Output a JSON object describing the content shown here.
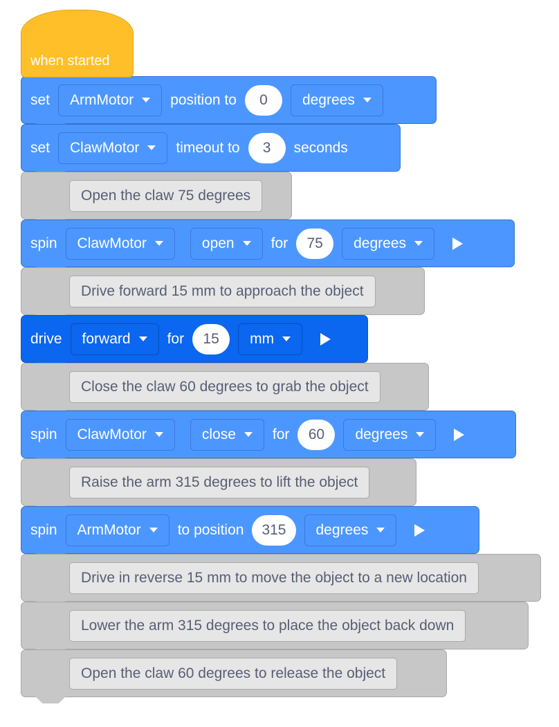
{
  "hat": {
    "label": "when started"
  },
  "blocks": [
    {
      "kind": "set",
      "verb": "set",
      "motor": "ArmMotor",
      "text1": "position to",
      "value": "0",
      "unit": "degrees"
    },
    {
      "kind": "set",
      "verb": "set",
      "motor": "ClawMotor",
      "text1": "timeout to",
      "value": "3",
      "unit": "seconds"
    },
    {
      "kind": "comment",
      "text": "Open the claw 75 degrees"
    },
    {
      "kind": "spin",
      "verb": "spin",
      "motor": "ClawMotor",
      "direction": "open",
      "text1": "for",
      "value": "75",
      "unit": "degrees"
    },
    {
      "kind": "comment",
      "text": "Drive forward 15 mm to approach the object"
    },
    {
      "kind": "drive",
      "verb": "drive",
      "direction": "forward",
      "text1": "for",
      "value": "15",
      "unit": "mm"
    },
    {
      "kind": "comment",
      "text": "Close the claw 60 degrees to grab the object"
    },
    {
      "kind": "spin",
      "verb": "spin",
      "motor": "ClawMotor",
      "direction": "close",
      "text1": "for",
      "value": "60",
      "unit": "degrees"
    },
    {
      "kind": "comment",
      "text": "Raise the arm 315 degrees to lift the object"
    },
    {
      "kind": "spin_to",
      "verb": "spin",
      "motor": "ArmMotor",
      "text1": "to position",
      "value": "315",
      "unit": "degrees"
    },
    {
      "kind": "comment",
      "text": "Drive in reverse 15 mm to move the object to a new location"
    },
    {
      "kind": "comment",
      "text": "Lower the arm 315 degrees to place the object back down"
    },
    {
      "kind": "comment",
      "text": "Open the claw 60 degrees to release the object"
    }
  ],
  "colors": {
    "hat": "#ffbf28",
    "motion": "#4c97ff",
    "drivetrain": "#0b66f0",
    "comment": "#c7c7c7"
  }
}
